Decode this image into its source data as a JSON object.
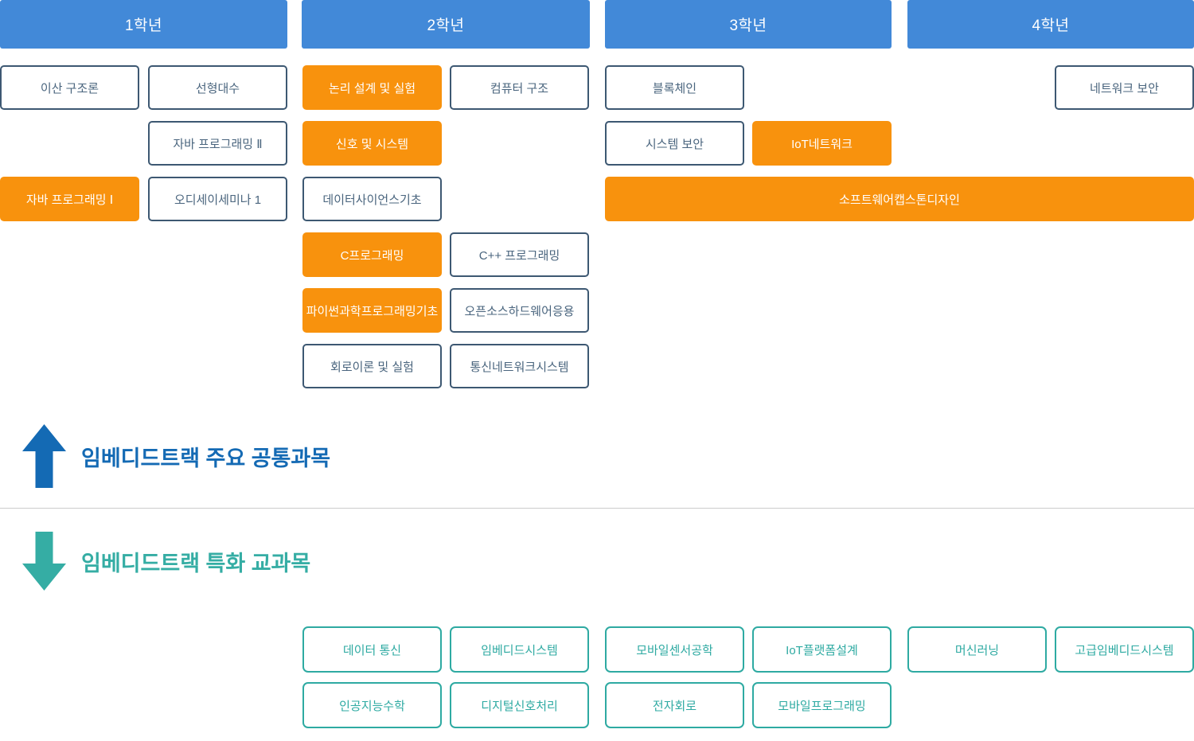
{
  "palette": {
    "year_header_bg": "#4289d8",
    "highlight_bg": "#f8920d",
    "course_border": "#3d5872",
    "course_text": "#4a657e",
    "special_accent": "#2eaaa2",
    "common_section_color": "#146ab4",
    "special_section_color": "#35ada4",
    "divider_color": "#cccccc"
  },
  "year_headers": [
    {
      "label": "1학년"
    },
    {
      "label": "2학년"
    },
    {
      "label": "3학년"
    },
    {
      "label": "4학년"
    }
  ],
  "common_courses": [
    {
      "label": "이산 구조론",
      "row": 1,
      "col": 1,
      "span": 1,
      "highlight": false
    },
    {
      "label": "선형대수",
      "row": 1,
      "col": 2,
      "span": 1,
      "highlight": false
    },
    {
      "label": "논리 설계 및 실험",
      "row": 1,
      "col": 3,
      "span": 1,
      "highlight": true
    },
    {
      "label": "컴퓨터 구조",
      "row": 1,
      "col": 4,
      "span": 1,
      "highlight": false
    },
    {
      "label": "블록체인",
      "row": 1,
      "col": 5,
      "span": 1,
      "highlight": false
    },
    {
      "label": "네트워크 보안",
      "row": 1,
      "col": 8,
      "span": 1,
      "highlight": false
    },
    {
      "label": "자바 프로그래밍 Ⅱ",
      "row": 2,
      "col": 2,
      "span": 1,
      "highlight": false
    },
    {
      "label": "신호 및 시스템",
      "row": 2,
      "col": 3,
      "span": 1,
      "highlight": true
    },
    {
      "label": "시스템 보안",
      "row": 2,
      "col": 5,
      "span": 1,
      "highlight": false
    },
    {
      "label": "IoT네트워크",
      "row": 2,
      "col": 6,
      "span": 1,
      "highlight": true
    },
    {
      "label": "자바 프로그래밍 Ⅰ",
      "row": 3,
      "col": 1,
      "span": 1,
      "highlight": true
    },
    {
      "label": "오디세이세미나 1",
      "row": 3,
      "col": 2,
      "span": 1,
      "highlight": false
    },
    {
      "label": "데이터사이언스기초",
      "row": 3,
      "col": 3,
      "span": 1,
      "highlight": false
    },
    {
      "label": "소프트웨어캡스톤디자인",
      "row": 3,
      "col": 5,
      "span": 4,
      "highlight": true
    },
    {
      "label": "C프로그래밍",
      "row": 4,
      "col": 3,
      "span": 1,
      "highlight": true
    },
    {
      "label": "C++ 프로그래밍",
      "row": 4,
      "col": 4,
      "span": 1,
      "highlight": false
    },
    {
      "label": "파이썬과학프로그래밍기초",
      "row": 5,
      "col": 3,
      "span": 1,
      "highlight": true
    },
    {
      "label": "오픈소스하드웨어응용",
      "row": 5,
      "col": 4,
      "span": 1,
      "highlight": false
    },
    {
      "label": "회로이론 및 실험",
      "row": 6,
      "col": 3,
      "span": 1,
      "highlight": false
    },
    {
      "label": "통신네트워크시스템",
      "row": 6,
      "col": 4,
      "span": 1,
      "highlight": false
    }
  ],
  "sections": {
    "common": {
      "label": "임베디드트랙 주요 공통과목",
      "arrow": "up-arrow"
    },
    "special": {
      "label": "임베디드트랙 특화 교과목",
      "arrow": "down-arrow"
    }
  },
  "special_courses": [
    {
      "label": "데이터 통신",
      "row": 1,
      "col": 3
    },
    {
      "label": "임베디드시스템",
      "row": 1,
      "col": 4
    },
    {
      "label": "모바일센서공학",
      "row": 1,
      "col": 5
    },
    {
      "label": "IoT플랫폼설계",
      "row": 1,
      "col": 6
    },
    {
      "label": "머신러닝",
      "row": 1,
      "col": 7
    },
    {
      "label": "고급임베디드시스템",
      "row": 1,
      "col": 8
    },
    {
      "label": "인공지능수학",
      "row": 2,
      "col": 3
    },
    {
      "label": "디지털신호처리",
      "row": 2,
      "col": 4
    },
    {
      "label": "전자회로",
      "row": 2,
      "col": 5
    },
    {
      "label": "모바일프로그래밍",
      "row": 2,
      "col": 6
    }
  ]
}
